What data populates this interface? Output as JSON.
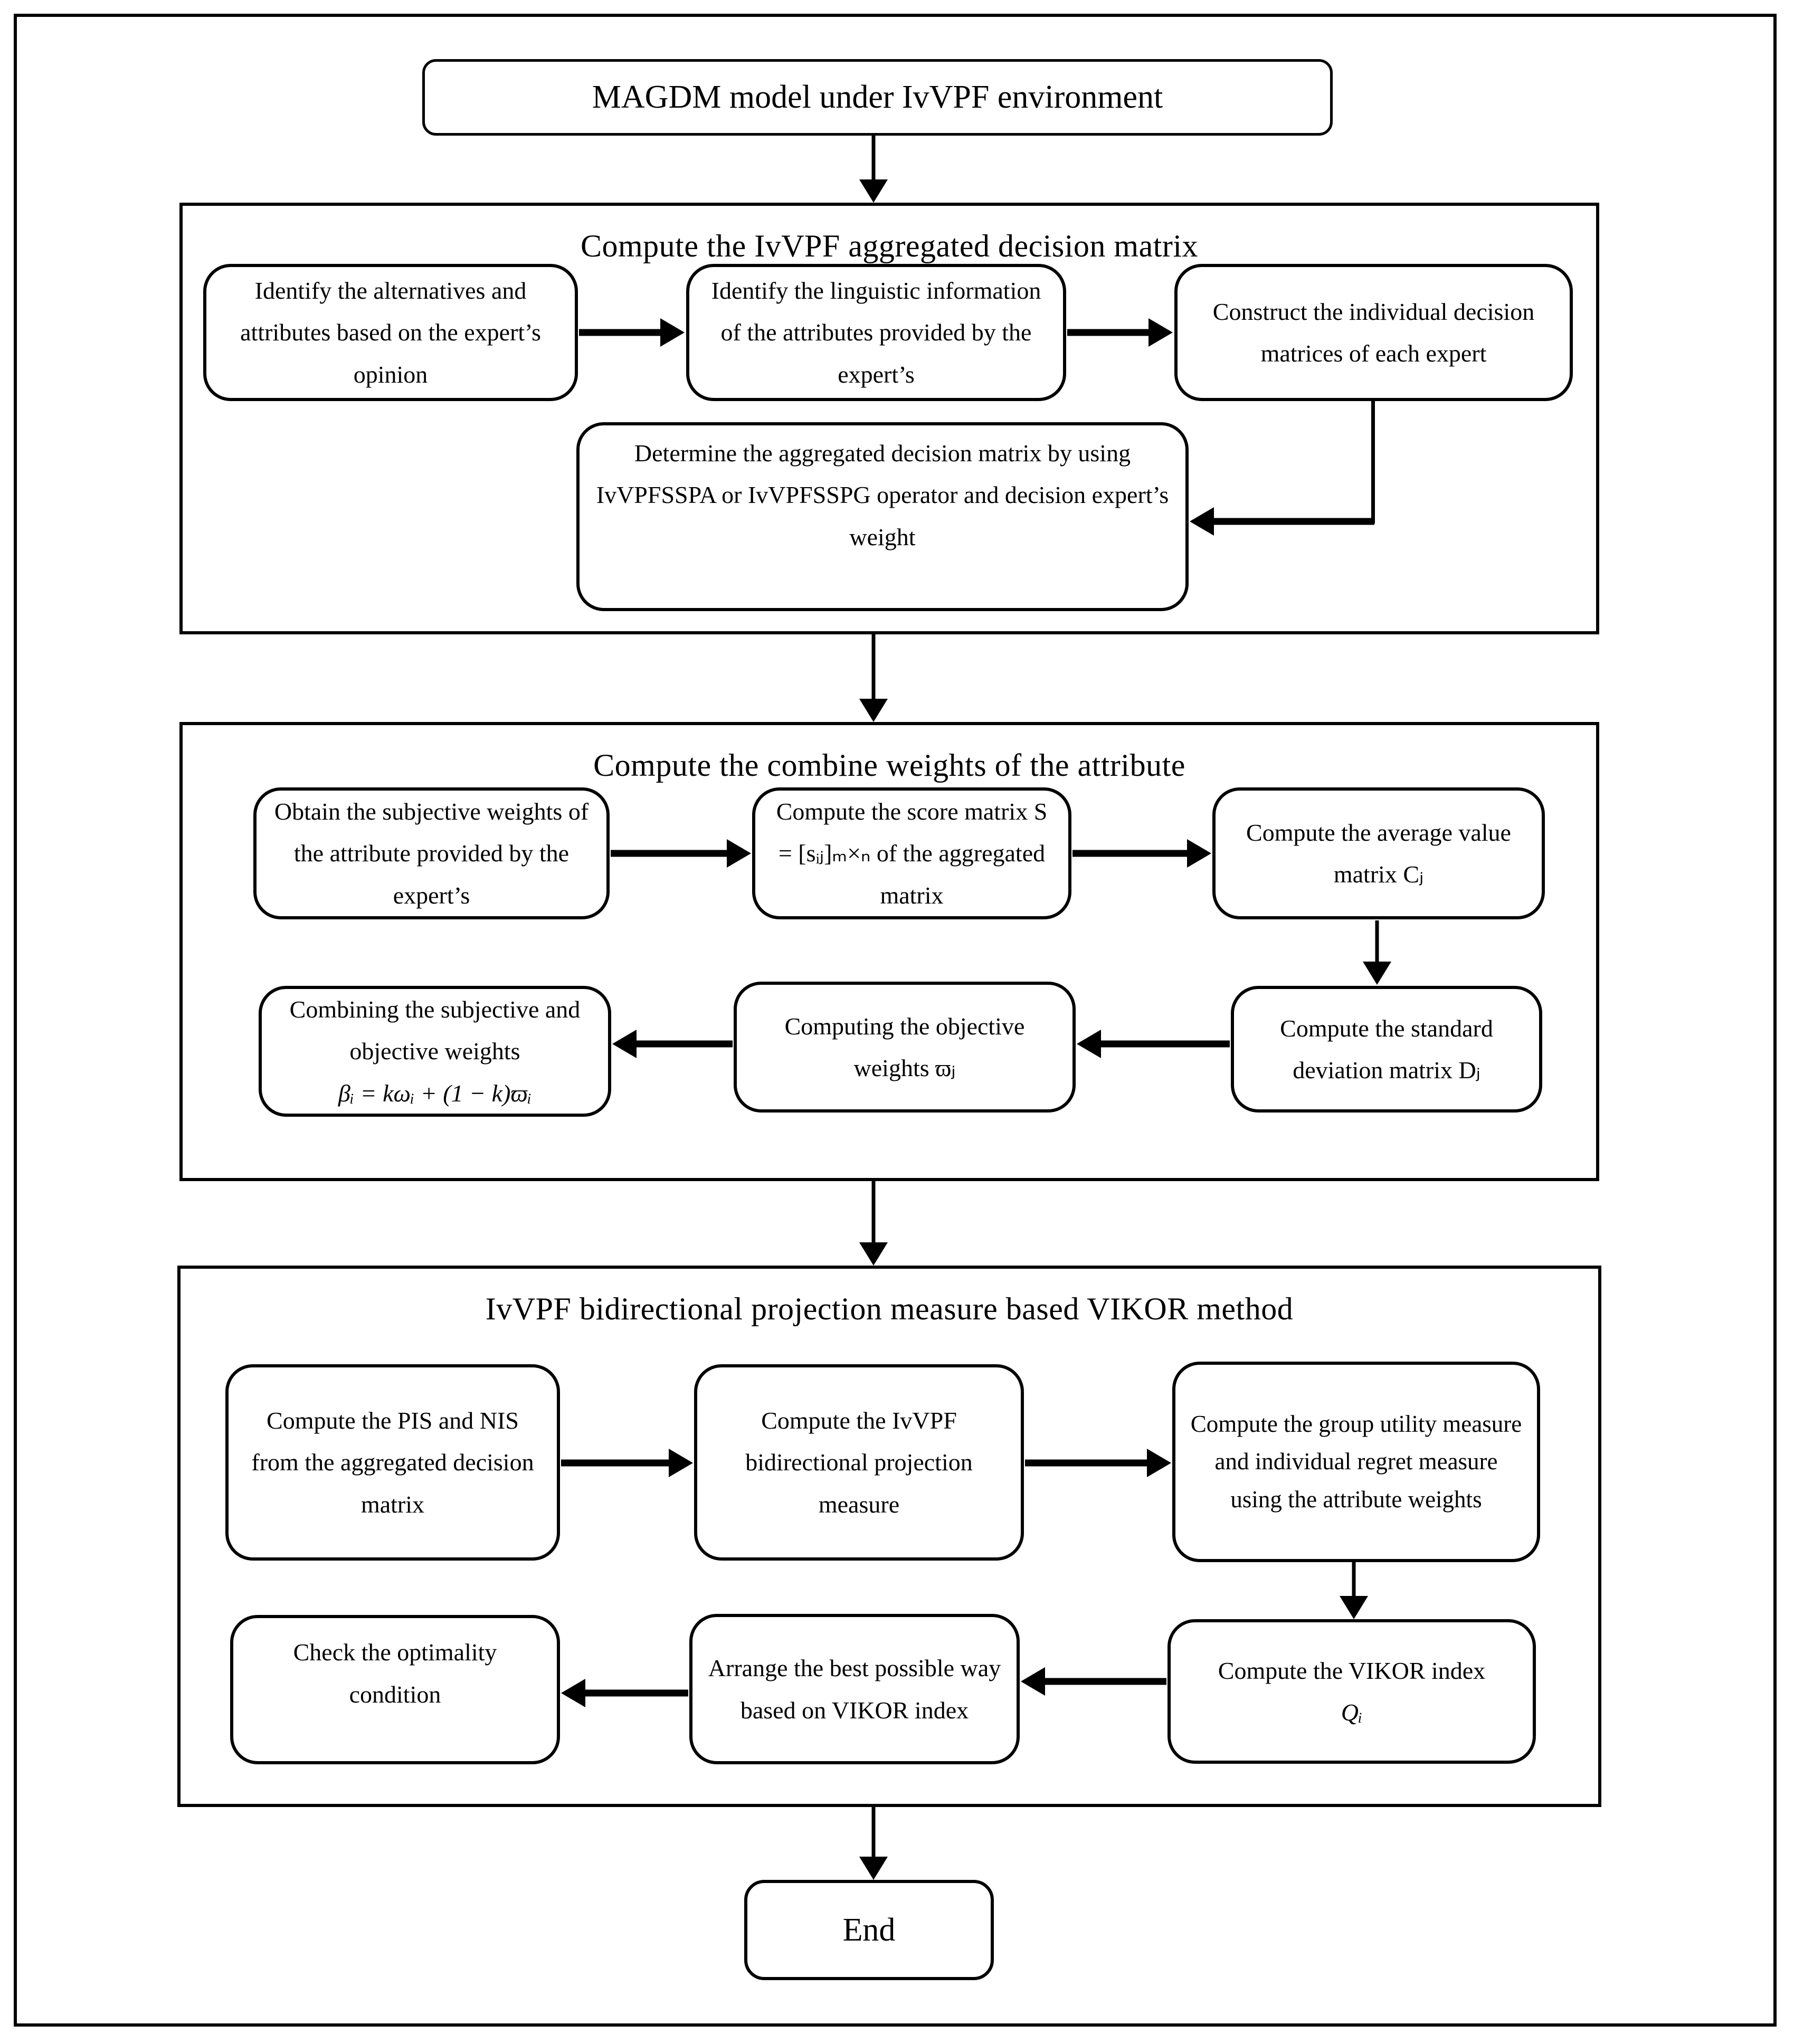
{
  "colors": {
    "ink": "#000000",
    "paper": "#ffffff"
  },
  "flow": {
    "title": "MAGDM model under IvVPF environment",
    "end_label": "End",
    "sections": [
      {
        "header": "Compute the IvVPF aggregated decision matrix",
        "steps": [
          "Identify the alternatives and attributes based on the expert’s opinion",
          "Identify the linguistic information of the attributes provided by the expert’s",
          "Construct the individual decision matrices of each expert",
          "Determine the aggregated decision matrix by using IvVPFSSPA or IvVPFSSPG operator and decision expert’s weight"
        ]
      },
      {
        "header": "Compute the combine weights of the attribute",
        "steps": [
          "Obtain the subjective weights of the attribute provided by the expert’s",
          "Compute the score matrix S = [sᵢⱼ]ₘ×ₙ of the aggregated matrix",
          "Compute the average value matrix Cⱼ",
          "Compute the standard deviation matrix Dⱼ",
          "Computing the objective weights ϖⱼ",
          {
            "text": "Combining the subjective and objective weights",
            "formula": "βᵢ = kωᵢ + (1 − k)ϖᵢ"
          }
        ]
      },
      {
        "header": "IvVPF bidirectional projection measure based VIKOR method",
        "steps": [
          "Compute the PIS and NIS from the aggregated decision matrix",
          "Compute the IvVPF bidirectional projection measure",
          "Compute the group utility measure and individual regret measure using the attribute weights",
          {
            "text": "Compute the VIKOR index",
            "formula": "Qᵢ"
          },
          "Arrange the best possible way based on VIKOR index",
          "Check the optimality condition"
        ]
      }
    ]
  }
}
